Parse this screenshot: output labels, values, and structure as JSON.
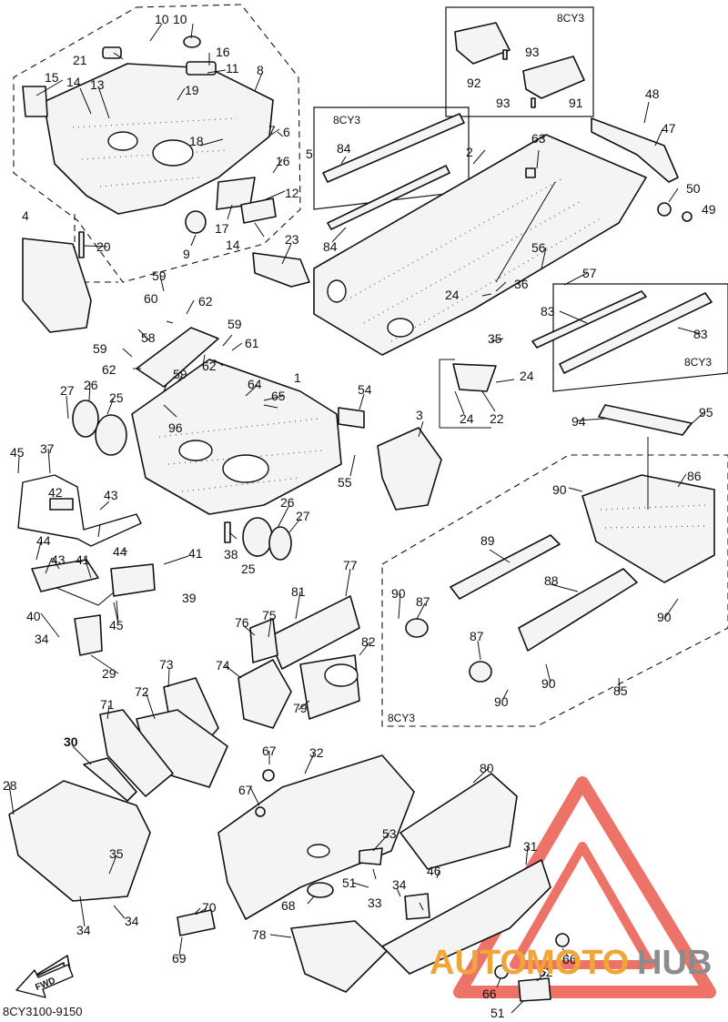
{
  "diagram_code": "8CY3100-9150",
  "direction_label": "FWD",
  "watermark": {
    "text_part1": "AUTO",
    "text_part2": "MOTO",
    "text_part3": "HUB",
    "color_orange": "#f0a43a",
    "color_gray": "#8c8c8c",
    "color_red": "#e84c3d"
  },
  "variant_labels": [
    "8CY3",
    "8CY3",
    "8CY3",
    "8CY3"
  ],
  "callouts": [
    {
      "num": "1"
    },
    {
      "num": "2"
    },
    {
      "num": "3"
    },
    {
      "num": "4"
    },
    {
      "num": "5"
    },
    {
      "num": "6"
    },
    {
      "num": "7"
    },
    {
      "num": "8"
    },
    {
      "num": "9"
    },
    {
      "num": "10"
    },
    {
      "num": "10"
    },
    {
      "num": "11"
    },
    {
      "num": "12"
    },
    {
      "num": "13"
    },
    {
      "num": "14"
    },
    {
      "num": "14"
    },
    {
      "num": "15"
    },
    {
      "num": "16"
    },
    {
      "num": "16"
    },
    {
      "num": "17"
    },
    {
      "num": "18"
    },
    {
      "num": "19"
    },
    {
      "num": "20"
    },
    {
      "num": "21"
    },
    {
      "num": "22"
    },
    {
      "num": "23"
    },
    {
      "num": "24"
    },
    {
      "num": "24"
    },
    {
      "num": "24"
    },
    {
      "num": "25"
    },
    {
      "num": "25"
    },
    {
      "num": "26"
    },
    {
      "num": "26"
    },
    {
      "num": "27"
    },
    {
      "num": "27"
    },
    {
      "num": "28"
    },
    {
      "num": "29"
    },
    {
      "num": "30"
    },
    {
      "num": "31"
    },
    {
      "num": "32"
    },
    {
      "num": "33"
    },
    {
      "num": "34"
    },
    {
      "num": "34"
    },
    {
      "num": "34"
    },
    {
      "num": "34"
    },
    {
      "num": "35"
    },
    {
      "num": "35"
    },
    {
      "num": "36"
    },
    {
      "num": "37"
    },
    {
      "num": "38"
    },
    {
      "num": "39"
    },
    {
      "num": "40"
    },
    {
      "num": "41"
    },
    {
      "num": "41"
    },
    {
      "num": "42"
    },
    {
      "num": "43"
    },
    {
      "num": "43"
    },
    {
      "num": "44"
    },
    {
      "num": "44"
    },
    {
      "num": "45"
    },
    {
      "num": "45"
    },
    {
      "num": "46"
    },
    {
      "num": "47"
    },
    {
      "num": "48"
    },
    {
      "num": "49"
    },
    {
      "num": "50"
    },
    {
      "num": "51"
    },
    {
      "num": "51"
    },
    {
      "num": "52"
    },
    {
      "num": "53"
    },
    {
      "num": "54"
    },
    {
      "num": "55"
    },
    {
      "num": "56"
    },
    {
      "num": "57"
    },
    {
      "num": "58"
    },
    {
      "num": "59"
    },
    {
      "num": "59"
    },
    {
      "num": "59"
    },
    {
      "num": "59"
    },
    {
      "num": "60"
    },
    {
      "num": "61"
    },
    {
      "num": "62"
    },
    {
      "num": "62"
    },
    {
      "num": "62"
    },
    {
      "num": "63"
    },
    {
      "num": "64"
    },
    {
      "num": "65"
    },
    {
      "num": "66"
    },
    {
      "num": "66"
    },
    {
      "num": "67"
    },
    {
      "num": "67"
    },
    {
      "num": "68"
    },
    {
      "num": "69"
    },
    {
      "num": "70"
    },
    {
      "num": "71"
    },
    {
      "num": "72"
    },
    {
      "num": "73"
    },
    {
      "num": "74"
    },
    {
      "num": "75"
    },
    {
      "num": "76"
    },
    {
      "num": "77"
    },
    {
      "num": "78"
    },
    {
      "num": "79"
    },
    {
      "num": "80"
    },
    {
      "num": "81"
    },
    {
      "num": "82"
    },
    {
      "num": "83"
    },
    {
      "num": "83"
    },
    {
      "num": "84"
    },
    {
      "num": "84"
    },
    {
      "num": "85"
    },
    {
      "num": "86"
    },
    {
      "num": "87"
    },
    {
      "num": "87"
    },
    {
      "num": "88"
    },
    {
      "num": "89"
    },
    {
      "num": "90"
    },
    {
      "num": "90"
    },
    {
      "num": "90"
    },
    {
      "num": "90"
    },
    {
      "num": "90"
    },
    {
      "num": "91"
    },
    {
      "num": "92"
    },
    {
      "num": "93"
    },
    {
      "num": "93"
    },
    {
      "num": "94"
    },
    {
      "num": "95"
    },
    {
      "num": "96"
    }
  ]
}
